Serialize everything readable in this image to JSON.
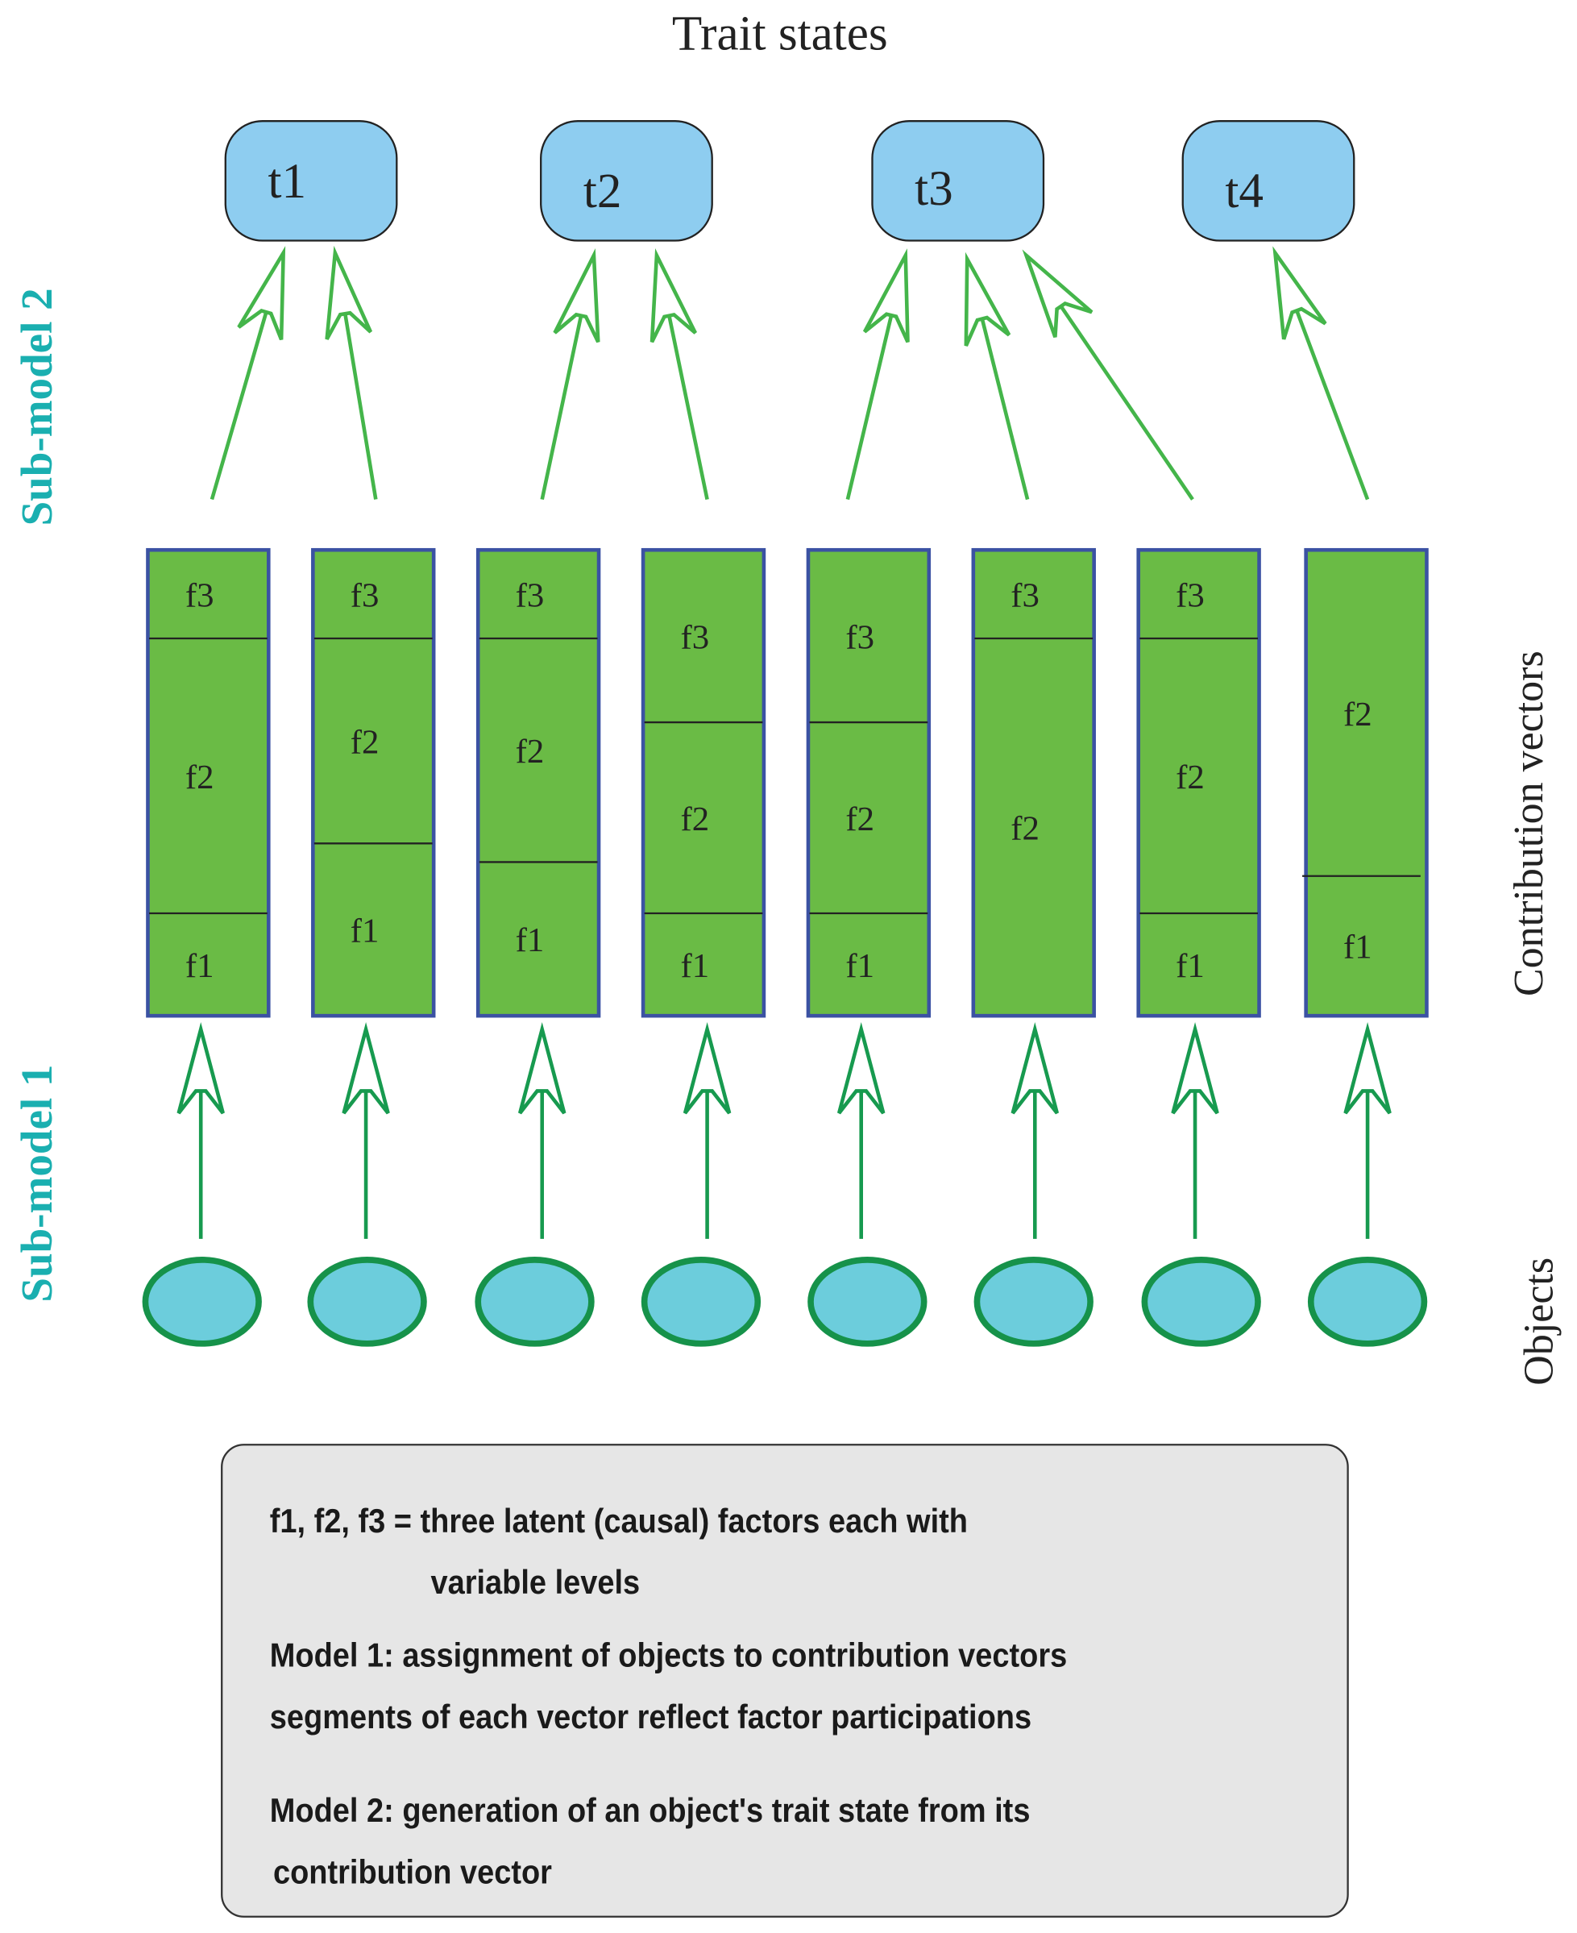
{
  "title": "Trait states",
  "side_labels": {
    "submodel2": "Sub-model 2",
    "submodel1": "Sub-model 1",
    "contribution_vectors": "Contribution vectors",
    "objects": "Objects"
  },
  "traits": [
    "t1",
    "t2",
    "t3",
    "t4"
  ],
  "vectors": [
    {
      "trait": "t1",
      "segments": [
        {
          "label": "f3",
          "share": 19
        },
        {
          "label": "f2",
          "share": 59
        },
        {
          "label": "f1",
          "share": 22
        }
      ]
    },
    {
      "trait": "t1",
      "segments": [
        {
          "label": "f3",
          "share": 19
        },
        {
          "label": "f2",
          "share": 44
        },
        {
          "label": "f1",
          "share": 37
        }
      ]
    },
    {
      "trait": "t2",
      "segments": [
        {
          "label": "f3",
          "share": 19
        },
        {
          "label": "f2",
          "share": 48
        },
        {
          "label": "f1",
          "share": 33
        }
      ]
    },
    {
      "trait": "t2",
      "segments": [
        {
          "label": "f3",
          "share": 37
        },
        {
          "label": "f2",
          "share": 41
        },
        {
          "label": "f1",
          "share": 22
        }
      ]
    },
    {
      "trait": "t3",
      "segments": [
        {
          "label": "f3",
          "share": 37
        },
        {
          "label": "f2",
          "share": 41
        },
        {
          "label": "f1",
          "share": 22
        }
      ]
    },
    {
      "trait": "t3",
      "segments": [
        {
          "label": "f3",
          "share": 19
        },
        {
          "label": "f2",
          "share": 81
        }
      ]
    },
    {
      "trait": "t3",
      "segments": [
        {
          "label": "f3",
          "share": 19
        },
        {
          "label": "f2",
          "share": 59
        },
        {
          "label": "f1",
          "share": 22
        }
      ]
    },
    {
      "trait": "t4",
      "segments": [
        {
          "label": "f2",
          "share": 70
        },
        {
          "label": "f1",
          "share": 30
        }
      ]
    }
  ],
  "legend": {
    "lines": [
      "f1, f2, f3 = three latent (causal) factors each with",
      "variable levels",
      "Model 1: assignment of objects to contribution vectors",
      "segments of each vector reflect factor participations",
      "Model 2: generation of an object's trait state from its",
      "contribution vector"
    ]
  },
  "colors": {
    "trait_fill": "#8ecdf0",
    "vector_fill": "#6abb45",
    "vector_border": "#3b52a3",
    "object_fill": "#6ccddc",
    "object_border": "#16924a",
    "arrow_submodel2": "#44b54a",
    "arrow_submodel1": "#179a4f",
    "side_label": "#1aafb0",
    "legend_fill": "#e6e6e6"
  }
}
